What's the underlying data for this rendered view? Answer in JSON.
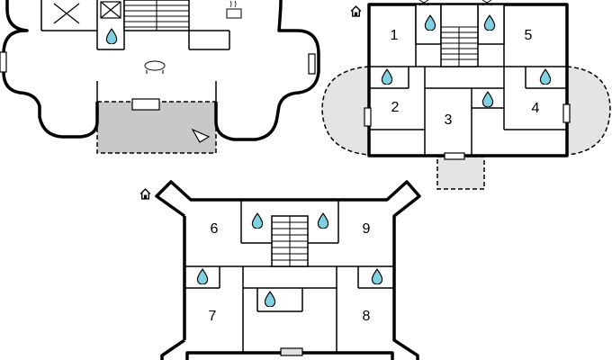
{
  "rooms": [
    {
      "id": "room-1",
      "label": "1"
    },
    {
      "id": "room-2",
      "label": "2"
    },
    {
      "id": "room-3",
      "label": "3"
    },
    {
      "id": "room-4",
      "label": "4"
    },
    {
      "id": "room-5",
      "label": "5"
    },
    {
      "id": "room-6",
      "label": "6"
    },
    {
      "id": "room-7",
      "label": "7"
    },
    {
      "id": "room-8",
      "label": "8"
    },
    {
      "id": "room-9",
      "label": "9"
    }
  ],
  "icons": {
    "home": "house-icon",
    "water": "water-drop-icon",
    "sofa": "sofa-icon",
    "stove": "stove-icon",
    "bed_cross": "cross-icon",
    "compass": "arrow-icon"
  }
}
